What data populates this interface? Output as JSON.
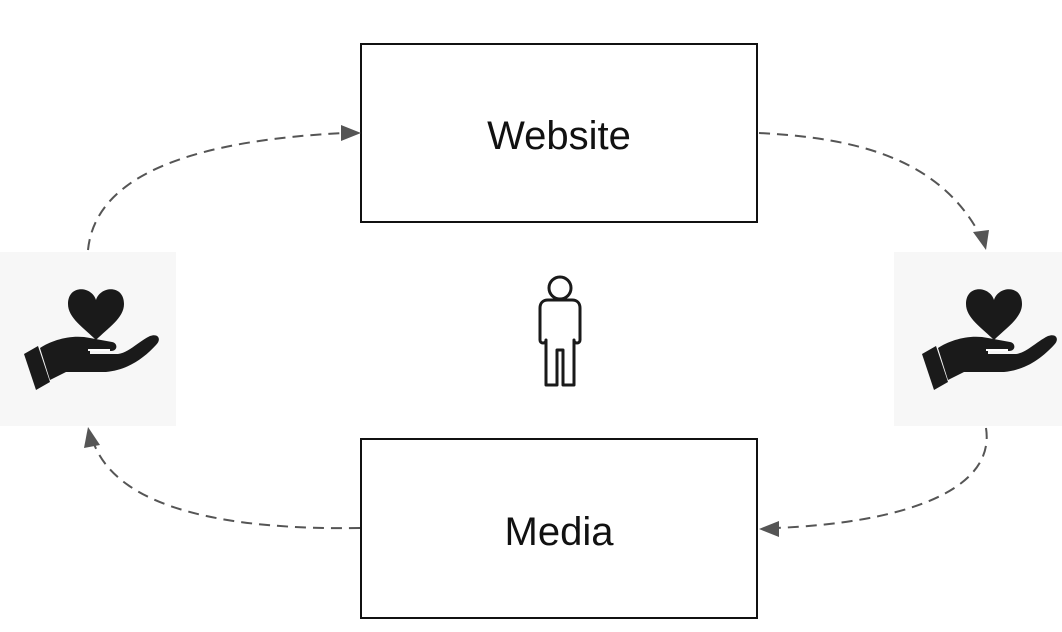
{
  "nodes": {
    "website": {
      "label": "Website"
    },
    "media": {
      "label": "Media"
    }
  },
  "icons": {
    "left": "hand-heart-icon",
    "center": "person-icon",
    "right": "hand-heart-icon"
  },
  "edges": [
    {
      "from": "left-hand-heart",
      "to": "website",
      "style": "dashed"
    },
    {
      "from": "website",
      "to": "right-hand-heart",
      "style": "dashed"
    },
    {
      "from": "right-hand-heart",
      "to": "media",
      "style": "dashed"
    },
    {
      "from": "media",
      "to": "left-hand-heart",
      "style": "dashed"
    }
  ],
  "colors": {
    "box_stroke": "#111111",
    "connector": "#555555",
    "icon": "#1a1a1a"
  }
}
